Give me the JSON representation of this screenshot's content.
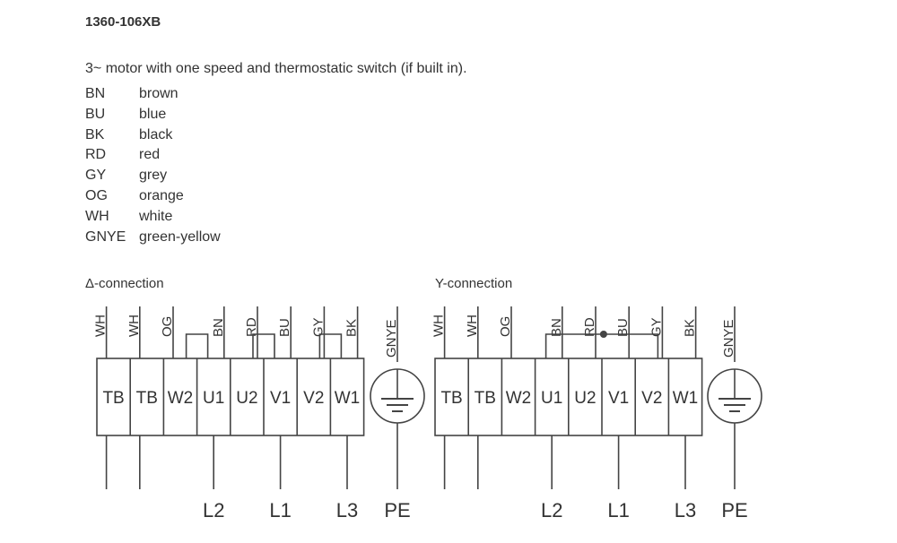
{
  "model": "1360-106XB",
  "description": "3~ motor with one speed and thermostatic switch (if built in).",
  "legend": [
    {
      "code": "BN",
      "name": "brown"
    },
    {
      "code": "BU",
      "name": "blue"
    },
    {
      "code": "BK",
      "name": "black"
    },
    {
      "code": "RD",
      "name": "red"
    },
    {
      "code": "GY",
      "name": "grey"
    },
    {
      "code": "OG",
      "name": "orange"
    },
    {
      "code": "WH",
      "name": "white"
    },
    {
      "code": "GNYE",
      "name": "green-yellow"
    }
  ],
  "delta": {
    "title": "Δ-connection",
    "terminals": [
      "TB",
      "TB",
      "W2",
      "U1",
      "U2",
      "V1",
      "V2",
      "W1"
    ],
    "wires": [
      "WH",
      "WH",
      "OG",
      "BN",
      "RD",
      "BU",
      "GY",
      "BK"
    ],
    "earth_wire": "GNYE",
    "lines": [
      "L2",
      "L1",
      "L3"
    ],
    "pe": "PE"
  },
  "star": {
    "title": "Y-connection",
    "terminals": [
      "TB",
      "TB",
      "W2",
      "U1",
      "U2",
      "V1",
      "V2",
      "W1"
    ],
    "wires": [
      "WH",
      "WH",
      "OG",
      "BN",
      "RD",
      "BU",
      "GY",
      "BK"
    ],
    "earth_wire": "GNYE",
    "lines": [
      "L2",
      "L1",
      "L3"
    ],
    "pe": "PE"
  },
  "colors": {
    "line": "#444444",
    "text": "#333333"
  }
}
